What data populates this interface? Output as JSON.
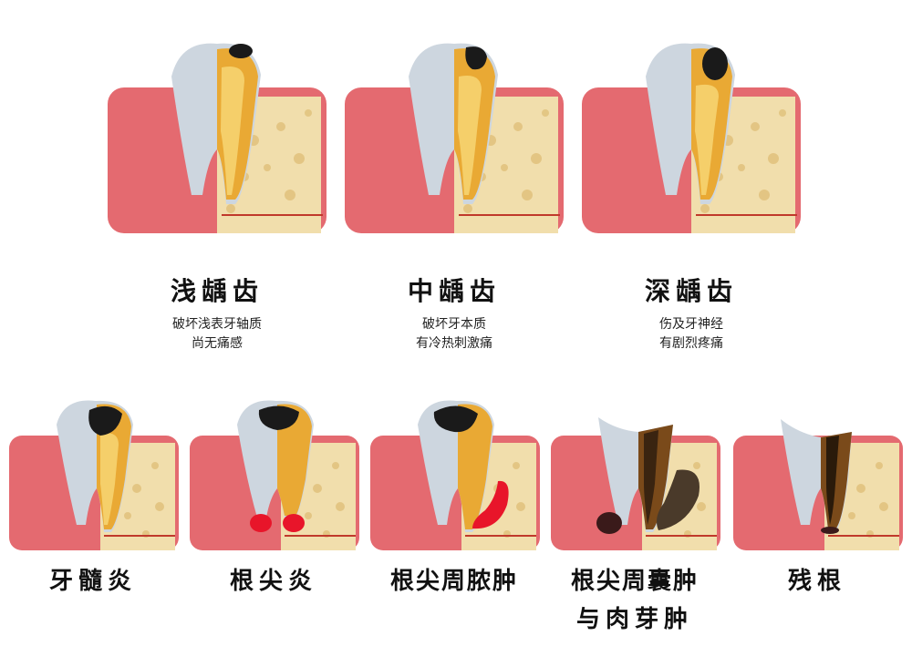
{
  "top": [
    {
      "title": "浅龋齿",
      "desc1": "破坏浅表牙轴质",
      "desc2": "尚无痛感"
    },
    {
      "title": "中龋齿",
      "desc1": "破坏牙本质",
      "desc2": "有冷热刺激痛"
    },
    {
      "title": "深龋齿",
      "desc1": "伤及牙神经",
      "desc2": "有剧烈疼痛"
    }
  ],
  "bottom": [
    {
      "title_line1": "牙髓炎",
      "title_line2": ""
    },
    {
      "title_line1": "根尖炎",
      "title_line2": ""
    },
    {
      "title_line1": "根尖周脓肿",
      "title_line2": ""
    },
    {
      "title_line1": "根尖周囊肿",
      "title_line2": "与肉芽肿"
    },
    {
      "title_line1": "残根",
      "title_line2": ""
    }
  ],
  "colors": {
    "gum": "#e46a70",
    "gum_light": "#f2a3a6",
    "bone": "#f1deac",
    "enamel": "#cdd6df",
    "dentin": "#e9a934",
    "pulp": "#f5cf6a",
    "cavity": "#1a1a1a",
    "abscess": "#e8152a",
    "cyst": "#4a3a2a"
  }
}
